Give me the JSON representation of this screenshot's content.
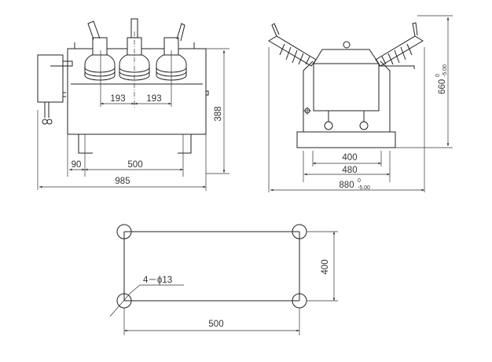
{
  "front_view": {
    "dim_phase_left": "193",
    "dim_phase_right": "193",
    "dim_height": "388",
    "dim_edge": "90",
    "dim_mount": "500",
    "dim_total_width": "985"
  },
  "side_view": {
    "dim_height": "660",
    "dim_height_upper_tol": "0",
    "dim_height_lower_tol": "-5.00",
    "dim_mount": "400",
    "dim_base": "480",
    "dim_total_width": "880",
    "dim_width_upper_tol": "0",
    "dim_width_lower_tol": "-5.00"
  },
  "mounting_plan": {
    "dim_depth": "400",
    "dim_width": "500",
    "hole_label": "4－ϕ13"
  }
}
